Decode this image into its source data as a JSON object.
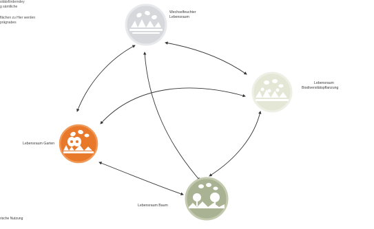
{
  "intro": {
    "paragraph1": [
      "sitätsförderndey",
      "g sämtliche"
    ],
    "paragraph2": [
      "flächen zu Hier werden",
      "prägnabes"
    ]
  },
  "footer_left": "rische Nutzung",
  "nodes": {
    "wechselfeucht": {
      "label": [
        "Wechselfeuchter",
        "Lebensraum"
      ],
      "color": "#d6d8dc"
    },
    "biodiversitaet": {
      "label": [
        "Lebensraum",
        "Biodiversitätspflanzung"
      ],
      "color": "#e4e7d6"
    },
    "garten": {
      "label": [
        "Lebensraum Garten"
      ],
      "color": "#e8782a"
    },
    "baum": {
      "label": [
        "Lebensraum Baum"
      ],
      "color": "#a9b393"
    }
  },
  "colors": {
    "arrow": "#333333"
  }
}
